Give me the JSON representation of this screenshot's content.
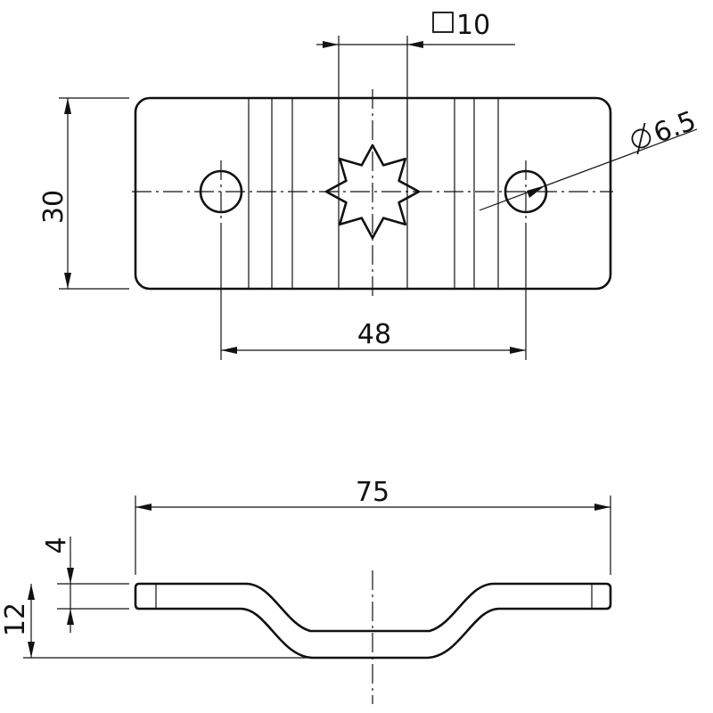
{
  "dimensions": {
    "square_size": "10",
    "diameter": "6.5",
    "height_top_view": "30",
    "hole_spacing": "48",
    "overall_length": "75",
    "bend_offset": "4",
    "overall_height": "12"
  },
  "symbols": {
    "square": "square-symbol",
    "diameter": "diameter-symbol"
  },
  "colors": {
    "line": "#111111",
    "background": "#ffffff"
  }
}
